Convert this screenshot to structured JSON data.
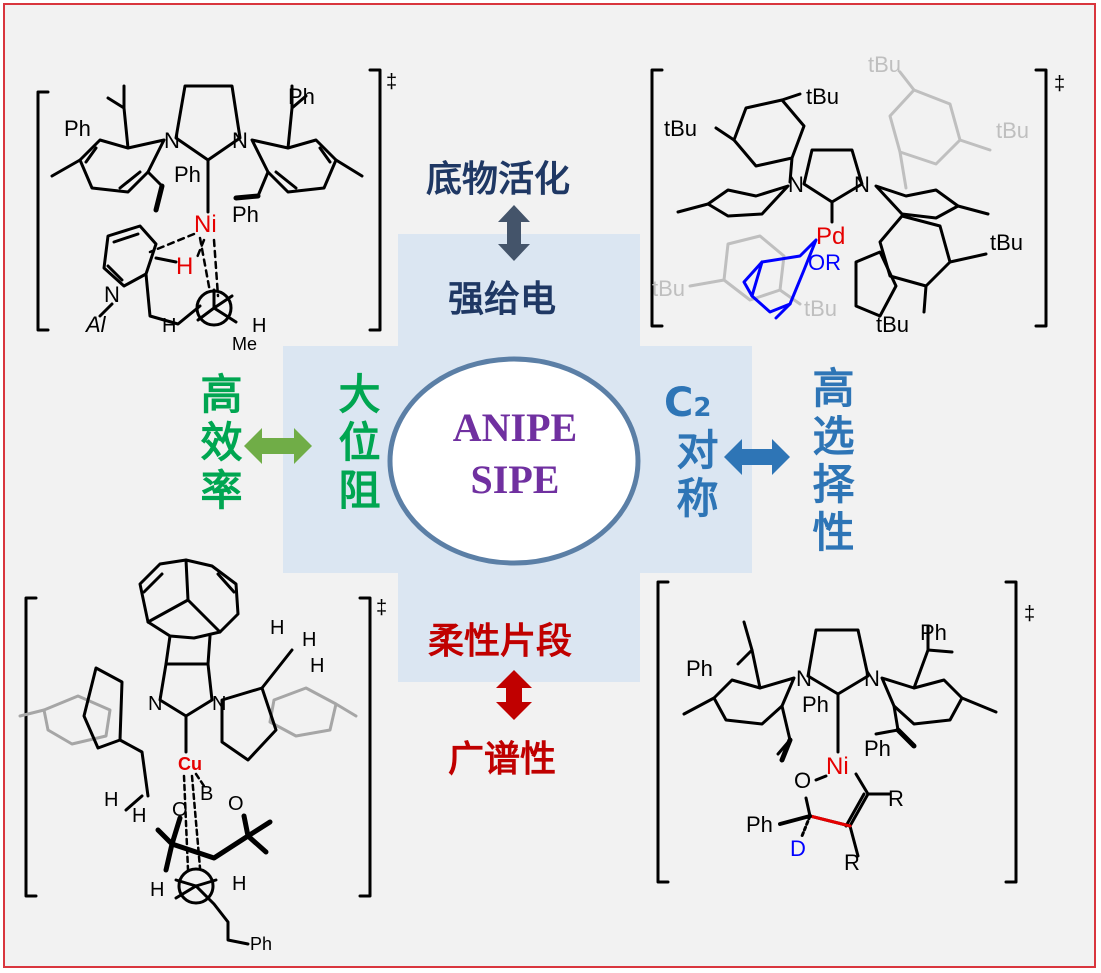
{
  "colors": {
    "border": "#d9363e",
    "background": "#f2f2f2",
    "cross": "#dbe6f2",
    "ellipse_stroke": "#5b7fa6",
    "center_text": "#7030a0",
    "activation": "#1f3864",
    "efficiency": "#00a651",
    "selectivity": "#2e75b6",
    "flexible": "#c00000",
    "metal_red": "#e60000",
    "blue_fragment": "#0000ff",
    "grey_fragment": "#bfbfbf",
    "green_arrow": "#70ad47",
    "blue_arrow": "#2e75b6",
    "dark_arrow": "#44546a",
    "red_arrow": "#c00000"
  },
  "center": {
    "line1": "ANIPE",
    "line2": "SIPE"
  },
  "labels": {
    "top_outer": "底物活化",
    "top_inner": "强给电",
    "left_outer": "高效率",
    "left_inner": "大位阻",
    "right_inner_c": "C",
    "right_inner_sub": "2",
    "right_inner": "对称",
    "right_outer": "高选择性",
    "bottom_inner": "柔性片段",
    "bottom_outer": "广谱性"
  },
  "structures": {
    "tl": {
      "dagger": "‡",
      "ph1": "Ph",
      "ph2": "Ph",
      "ph3": "Ph",
      "ph4": "Ph",
      "n1": "N",
      "n2": "N",
      "metal": "Ni",
      "h": "H",
      "npy": "N",
      "al": "Al",
      "h1": "H",
      "h2": "H",
      "me": "Me"
    },
    "tr": {
      "dagger": "‡",
      "tbu1": "tBu",
      "tbu2": "tBu",
      "tbu3": "tBu",
      "tbu4": "tBu",
      "tbu5": "tBu",
      "tbu6": "tBu",
      "tbu7": "tBu",
      "tbu8": "tBu",
      "n1": "N",
      "n2": "N",
      "metal": "Pd",
      "or": "OR"
    },
    "bl": {
      "dagger": "‡",
      "n1": "N",
      "n2": "N",
      "metal": "Cu",
      "b": "B",
      "o1": "O",
      "o2": "O",
      "h1": "H",
      "h2": "H",
      "h3": "H",
      "h4": "H",
      "h5": "H",
      "h6": "H",
      "h7": "H",
      "ph": "Ph"
    },
    "br": {
      "dagger": "‡",
      "ph1": "Ph",
      "ph2": "Ph",
      "ph3": "Ph",
      "ph4": "Ph",
      "ph5": "Ph",
      "n1": "N",
      "n2": "N",
      "metal": "Ni",
      "o": "O",
      "d": "D",
      "r1": "R",
      "r2": "R"
    }
  }
}
